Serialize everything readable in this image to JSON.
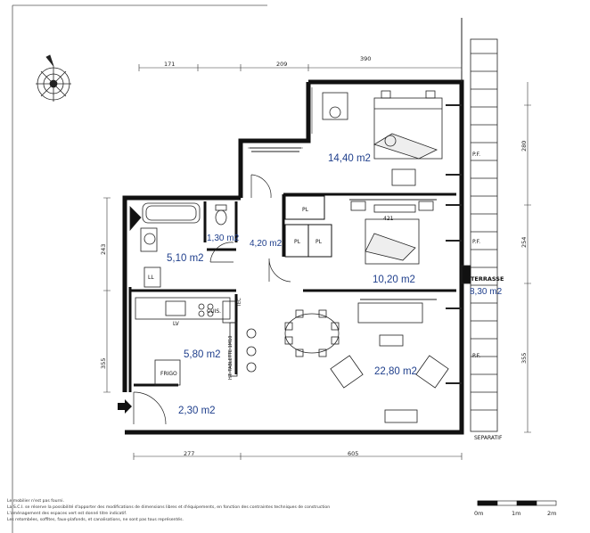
{
  "rooms": [
    {
      "key": "bedroom1",
      "area": "14,40 m2"
    },
    {
      "key": "wc",
      "area": "1,30 m2"
    },
    {
      "key": "hall",
      "area": "4,20 m2"
    },
    {
      "key": "bathroom",
      "area": "5,10 m2"
    },
    {
      "key": "bedroom2",
      "area": "10,20 m2"
    },
    {
      "key": "terrace",
      "area": "8,30 m2"
    },
    {
      "key": "kitchen",
      "area": "5,80 m2"
    },
    {
      "key": "living",
      "area": "22,80 m2"
    },
    {
      "key": "entry",
      "area": "2,30 m2"
    }
  ],
  "labels": {
    "terrace": "TERRASSE",
    "separatif": "SEPARATIF",
    "pl": "PL",
    "ll": "LL",
    "lv": "LV",
    "cuis": "CUIS.",
    "frigo": "FRIGO",
    "pf": "P.F.",
    "bed_width": "421",
    "tablette": "HT. TABLETTE 1M10",
    "tec": "TEC"
  },
  "dimensions": {
    "top": [
      "171",
      "209",
      "390"
    ],
    "right": [
      "280",
      "254",
      "355"
    ],
    "left": [
      "243",
      "355"
    ],
    "bottom": [
      "277",
      "605"
    ]
  },
  "scale": [
    "0m",
    "1m",
    "2m"
  ],
  "notes": [
    "Le mobilier n'est pas fourni.",
    "La S.C.I. se réserve la possibilité d'apporter des modifications de dimensions libres  et d'équipements, en fonction des contraintes techniques de construction",
    "L'aménagement des espaces vert est donné titre indicatif.",
    "Les retombées, soffites, faux-plafonds, et canalisations, ne sont pas tous représentés."
  ]
}
